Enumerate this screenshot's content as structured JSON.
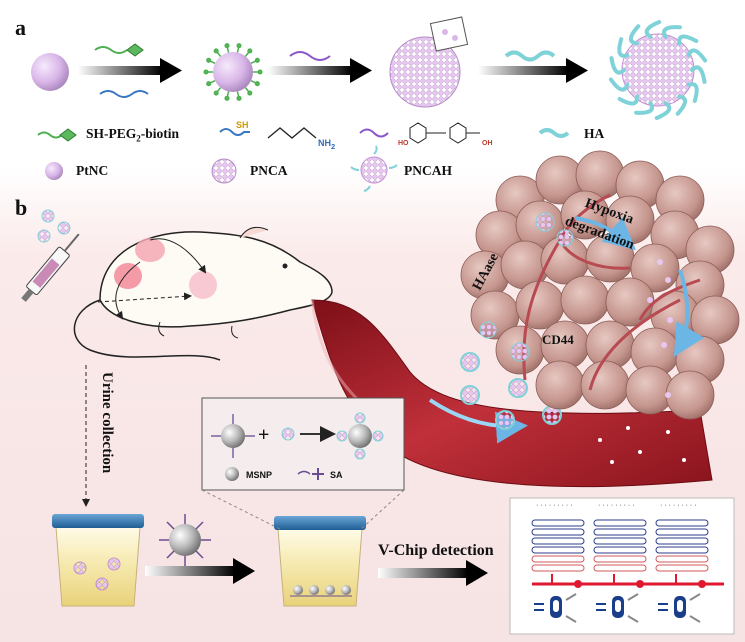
{
  "panel_labels": {
    "a": "a",
    "b": "b"
  },
  "legend": {
    "biotin": "SH-PEG",
    "biotin_sub": "2",
    "biotin_suffix": "-biotin",
    "ha": "HA",
    "ptnc": "PtNC",
    "pnca": "PNCA",
    "pncah": "PNCAH",
    "linker_sh": "SH",
    "linker_nh2": "NH",
    "linker_nh2_sub": "2",
    "linker_oh": "HO",
    "linker_cooh": "OH"
  },
  "process": {
    "haase": "HAase",
    "hypoxia": "Hypoxia",
    "degradation": "degradation",
    "cd44": "CD44",
    "urine_collection": "Urine collection",
    "vchip": "V-Chip detection"
  },
  "inset": {
    "msnp": "MSNP",
    "sa": "SA",
    "plus": "+"
  },
  "chip": {
    "header_text": "· · · · · · · · ·"
  },
  "colors": {
    "ptnc": "#d9b6e8",
    "ha": "#7fd2d8",
    "peg": "#4caf50",
    "vessel": "#b3222c",
    "tumor": "#c99a92",
    "cup": "#f4e7a6",
    "lid": "#3d7fb5"
  }
}
